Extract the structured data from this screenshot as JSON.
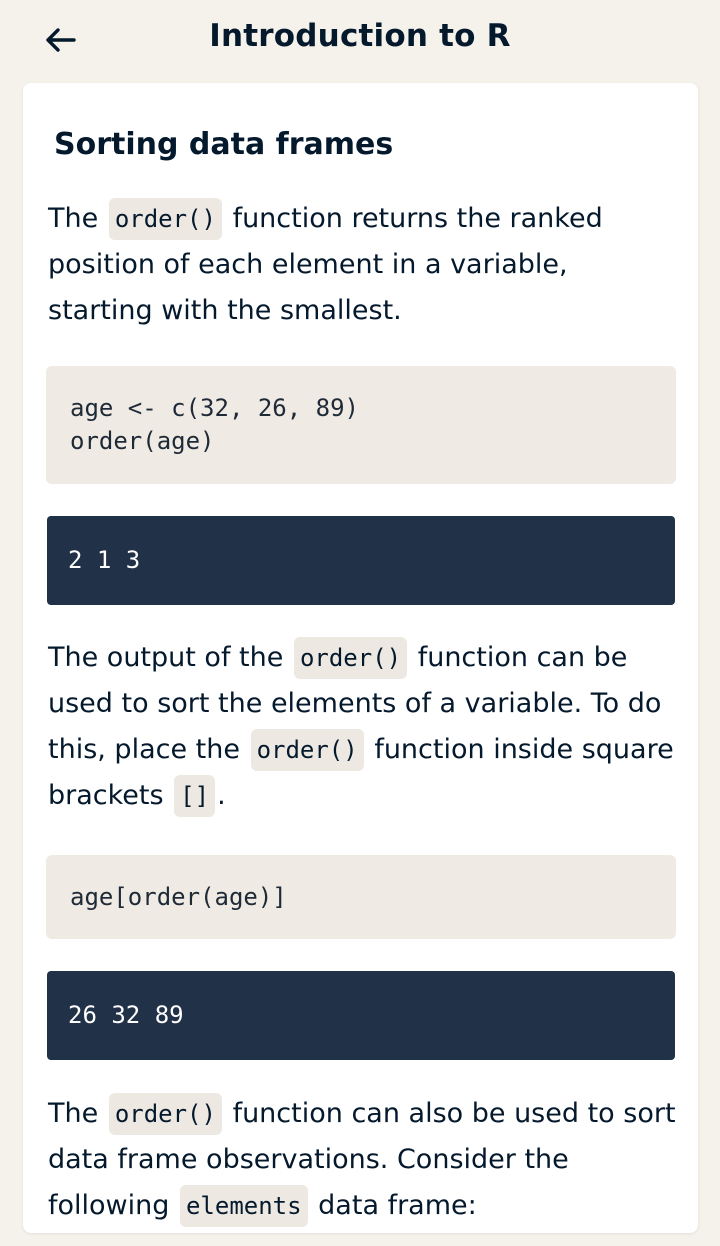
{
  "header": {
    "back_icon": "arrow-left-icon",
    "title": "Introduction to R"
  },
  "lesson": {
    "title": "Sorting data frames",
    "p1": {
      "a": "The",
      "code": "order()",
      "b": "function returns the ranked position of each element in a variable, starting with the smallest."
    },
    "code1": {
      "line1": "age <- c(32, 26, 89)",
      "line2": "order(age)"
    },
    "output1": "2 1 3",
    "p2": {
      "a": "The output of the",
      "code1": "order()",
      "b": "function can be used to sort the elements of a variable. To do this, place the",
      "code2": "order()",
      "c": "function inside square brackets",
      "code3": "[]",
      "d": "."
    },
    "code2": {
      "line1": "age[order(age)]"
    },
    "output2": "26 32 89",
    "p3": {
      "a": "The",
      "code1": "order()",
      "b": "function can also be used to sort data frame observations. Consider the following",
      "code2": "elements",
      "c": "data frame:"
    }
  },
  "colors": {
    "page_bg": "#f5f1eb",
    "text": "#05192d",
    "code_bg": "#efeae3",
    "output_bg": "#213147"
  }
}
